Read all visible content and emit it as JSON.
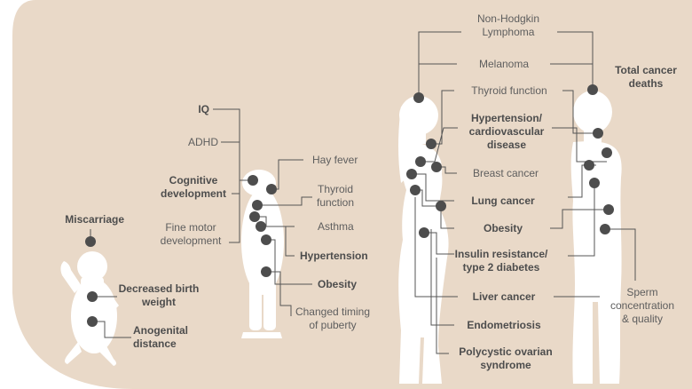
{
  "colors": {
    "background": "#e9d9c8",
    "silhouette": "#ffffff",
    "dot": "#4d4d4d",
    "line": "#555555",
    "text": "#5e5e5e"
  },
  "baby": {
    "miscarriage": "Miscarriage",
    "decreased_birth_weight": [
      "Decreased birth",
      "weight"
    ],
    "anogenital_distance": [
      "Anogenital",
      "distance"
    ]
  },
  "child": {
    "iq": "IQ",
    "adhd": "ADHD",
    "cognitive_development": [
      "Cognitive",
      "development"
    ],
    "fine_motor_development": [
      "Fine motor",
      "development"
    ],
    "hay_fever": "Hay fever",
    "thyroid_function": [
      "Thyroid",
      "function"
    ],
    "asthma": "Asthma",
    "hypertension": "Hypertension",
    "obesity": "Obesity",
    "changed_timing_of_puberty": [
      "Changed timing",
      "of puberty"
    ]
  },
  "adults": {
    "non_hodgkin_lymphoma": [
      "Non-Hodgkin",
      "Lymphoma"
    ],
    "melanoma": "Melanoma",
    "thyroid_function": "Thyroid function",
    "hypertension_cardiovascular": [
      "Hypertension/",
      "cardiovascular",
      "disease"
    ],
    "breast_cancer": "Breast cancer",
    "lung_cancer": "Lung cancer",
    "obesity": "Obesity",
    "insulin_resistance": [
      "Insulin resistance/",
      "type 2 diabetes"
    ],
    "liver_cancer": "Liver cancer",
    "endometriosis": "Endometriosis",
    "polycystic_ovarian_syndrome": [
      "Polycystic ovarian",
      "syndrome"
    ],
    "total_cancer_deaths": [
      "Total cancer",
      "deaths"
    ],
    "sperm": [
      "Sperm",
      "concentration",
      "& quality"
    ]
  }
}
